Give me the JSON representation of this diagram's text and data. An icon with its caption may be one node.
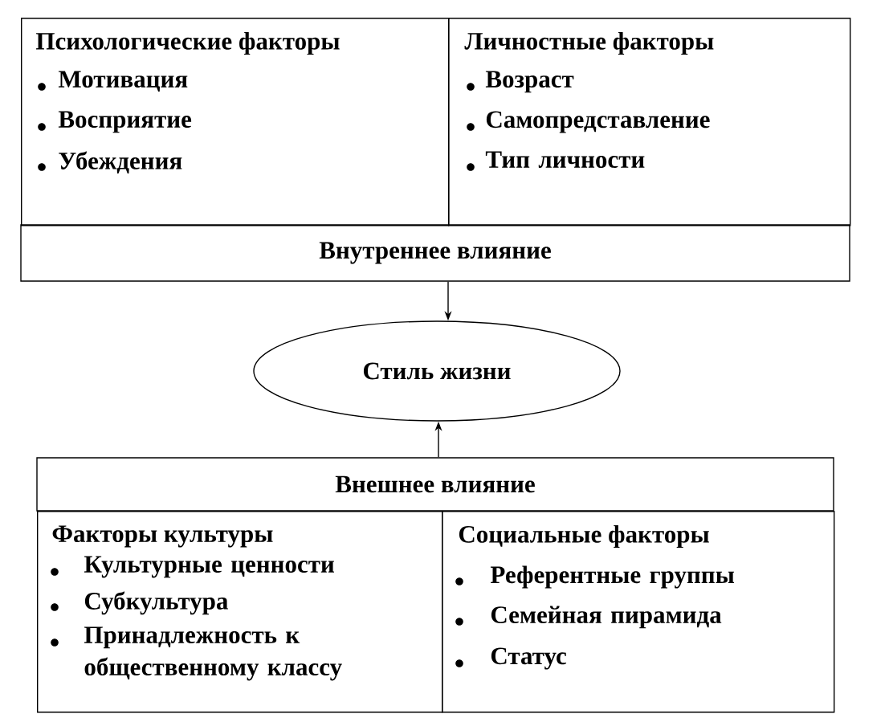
{
  "diagram": {
    "nodes": [
      {
        "text": [
          "Психологические факторы",
          "Мотивация",
          "Восприятие",
          "Убеждения"
        ]
      },
      {
        "text": [
          "Личностные факторы",
          "Возраст",
          "Самопредставление",
          "Тип личности"
        ]
      },
      {
        "text": [
          "Внутреннее влияние"
        ]
      },
      {
        "text": [
          "Стиль жизни"
        ]
      },
      {
        "text": [
          "Внешнее влияние"
        ]
      },
      {
        "text": [
          "Факторы культуры",
          "Культурные ценности",
          "Субкультура",
          "Принадлежность к общественному классу"
        ]
      },
      {
        "text": [
          "Социальные факторы",
          "Референтные группы",
          "Семейная пирамида",
          "Статус"
        ]
      }
    ],
    "edges": [
      {
        "from": 2,
        "to": 3,
        "arrow": "to"
      },
      {
        "from": 4,
        "to": 3,
        "arrow": "to"
      }
    ]
  }
}
